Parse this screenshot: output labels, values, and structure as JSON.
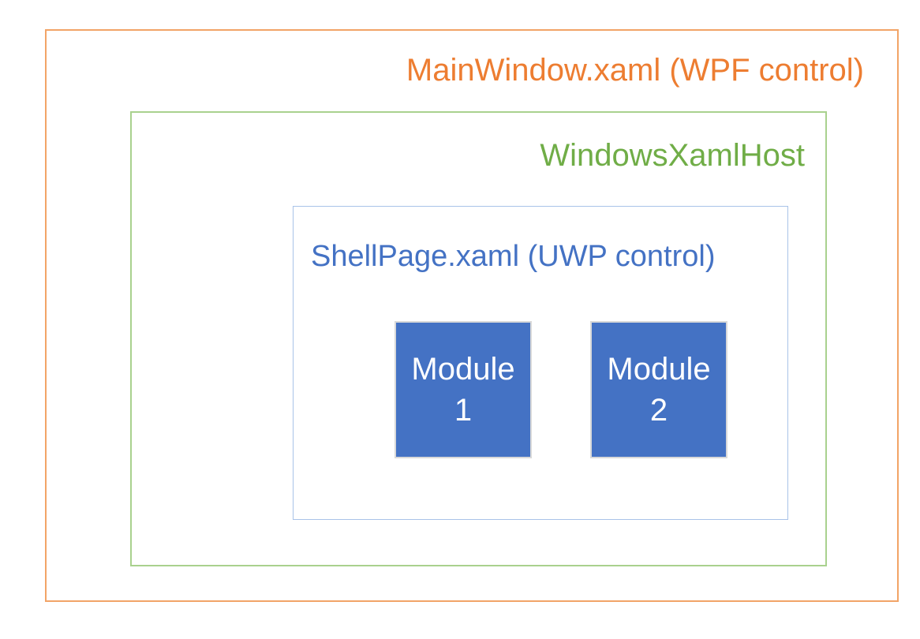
{
  "colors": {
    "outer_text": "#ED7D31",
    "outer_border": "#F2A467",
    "host_text": "#70AD47",
    "host_border": "#A9D18E",
    "shell_text": "#4472C4",
    "shell_border": "#A9C3E8",
    "module_fill": "#4472C4",
    "module_border": "#D9D9D9",
    "module_text": "#FFFFFF",
    "background": "#FFFFFF"
  },
  "diagram": {
    "outer_label": "MainWindow.xaml (WPF control)",
    "host_label": "WindowsXamlHost",
    "shell_label": "ShellPage.xaml (UWP control)",
    "modules": [
      {
        "label": "Module\n1"
      },
      {
        "label": "Module\n2"
      }
    ]
  }
}
